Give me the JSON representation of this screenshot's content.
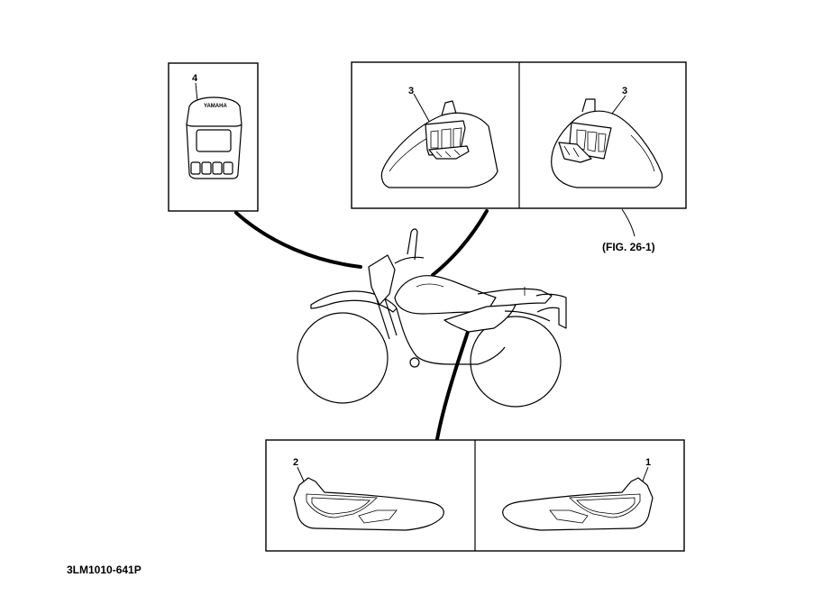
{
  "callouts": {
    "c1": "1",
    "c2": "2",
    "c3a": "3",
    "c3b": "3",
    "c4": "4"
  },
  "fig_reference": "(FIG. 26-1)",
  "drawing_code": "3LM1010-641P",
  "panel_brand_text": "YAMAHA"
}
